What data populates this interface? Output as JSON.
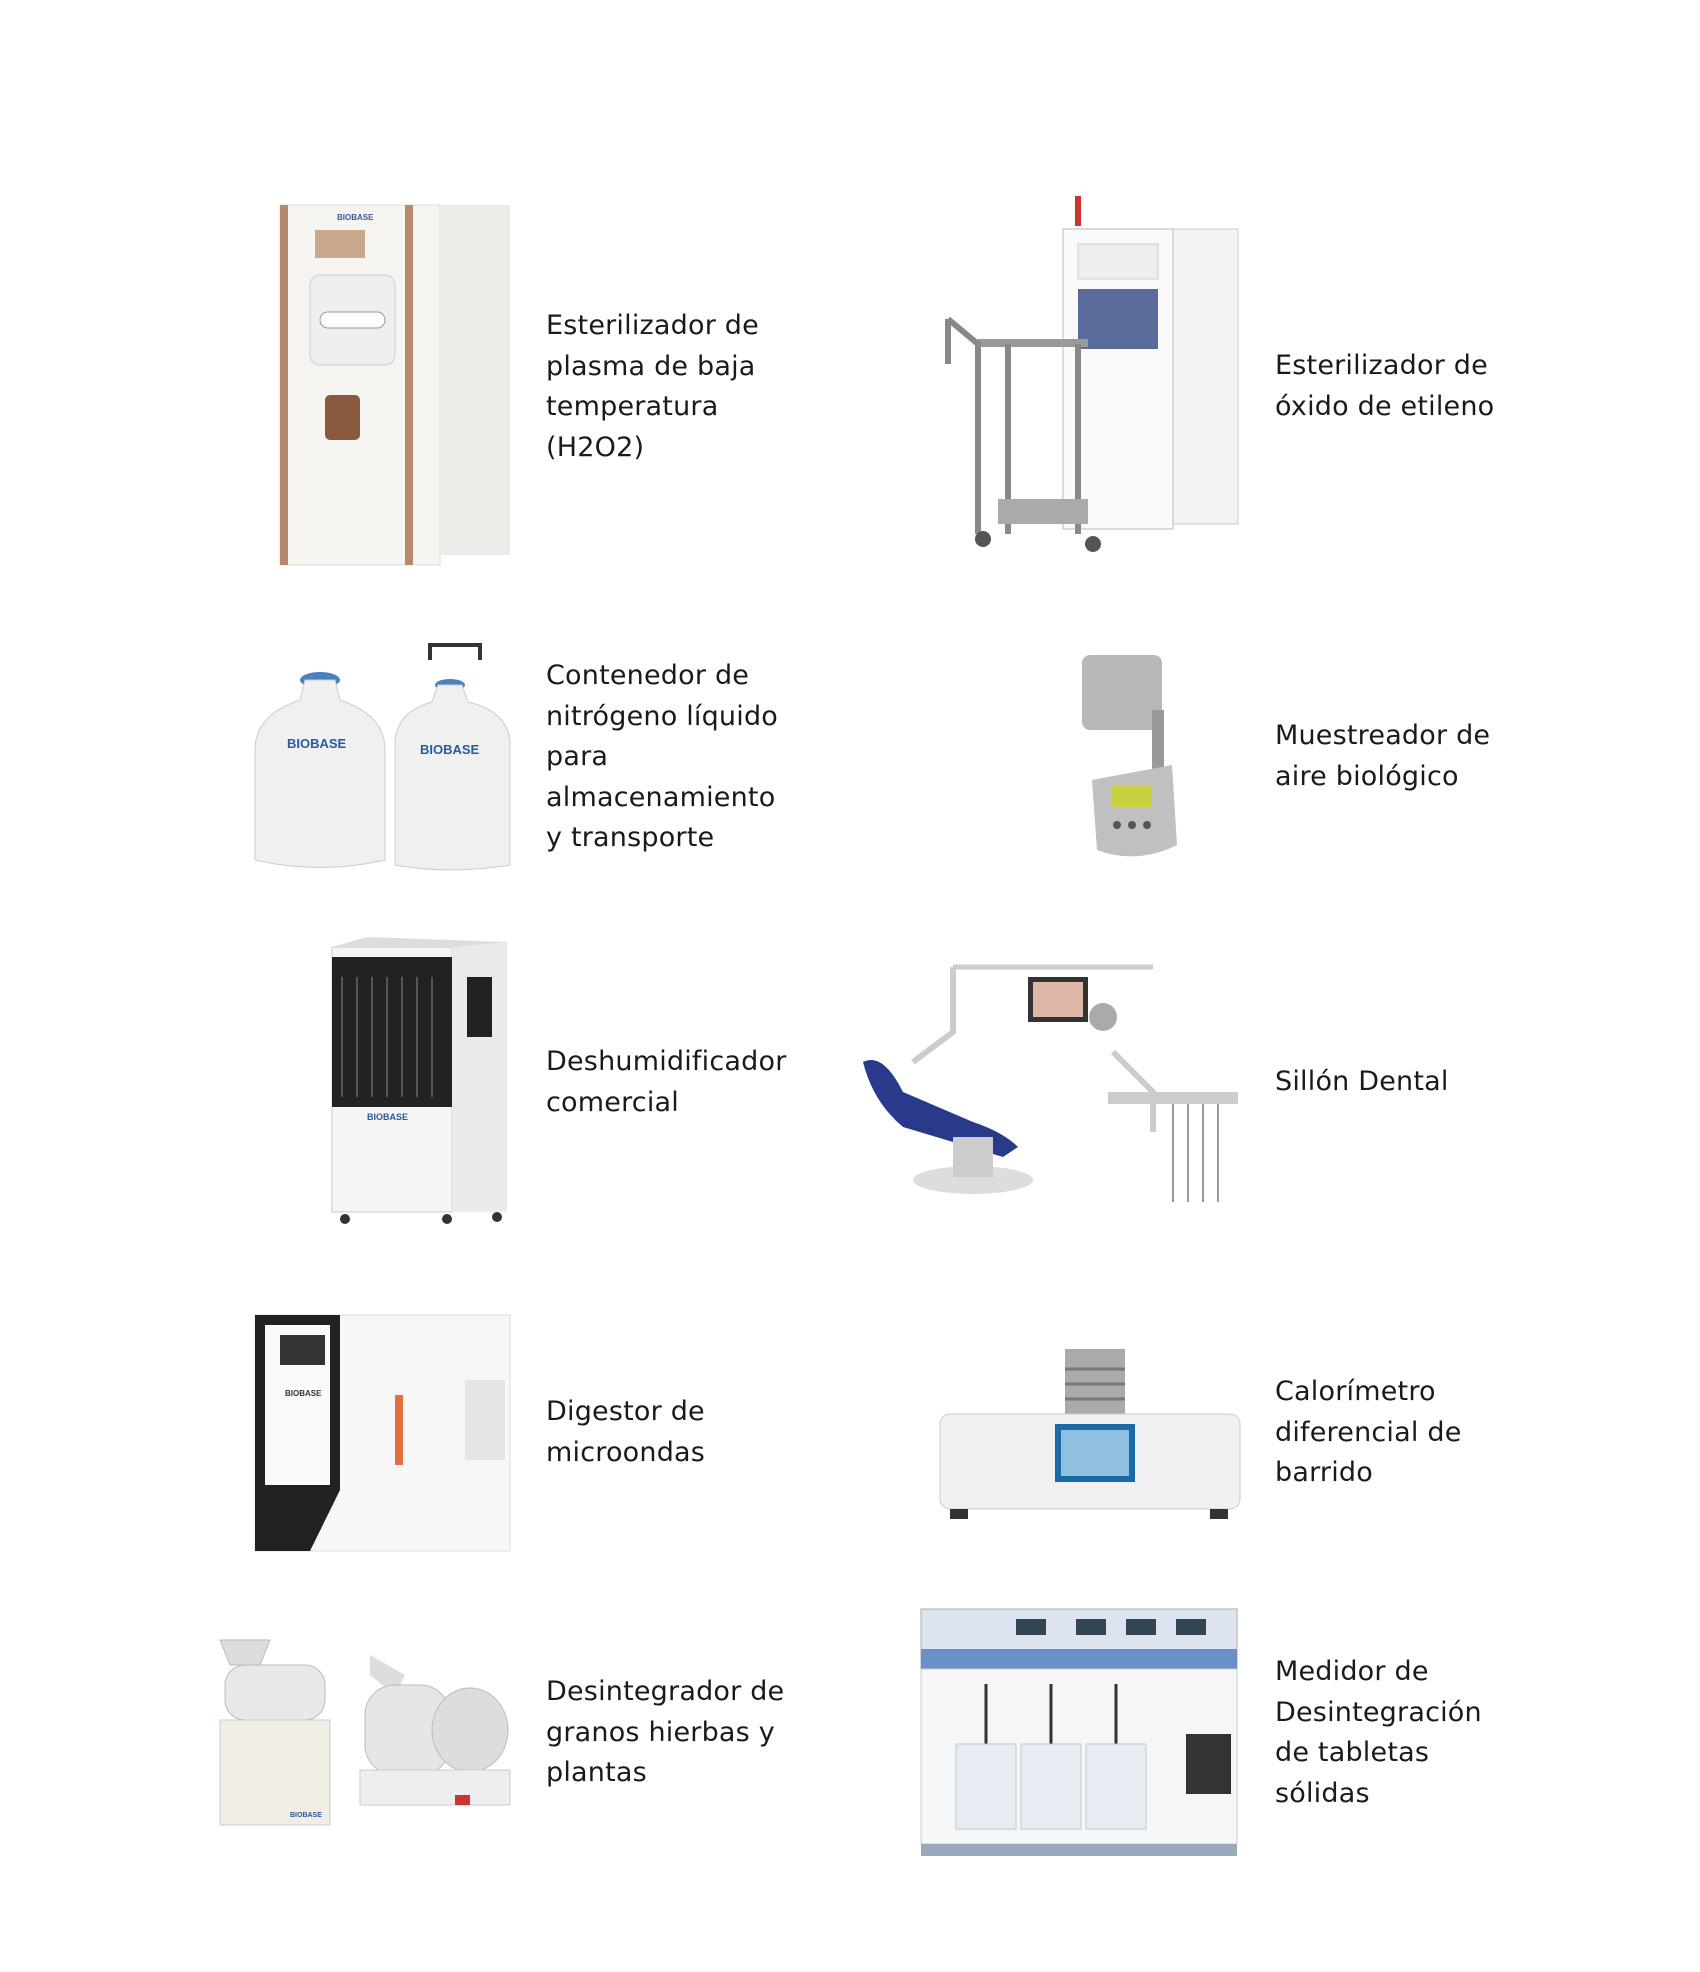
{
  "brand_logo": "BIOBASE",
  "products": [
    {
      "id": "plasma-sterilizer",
      "lines": [
        "Esterilizador de",
        "plasma de baja",
        "temperatura",
        "(H2O2)"
      ]
    },
    {
      "id": "ethylene-oxide-sterilizer",
      "lines": [
        "Esterilizador de",
        "óxido de etileno"
      ]
    },
    {
      "id": "liquid-nitrogen-container",
      "lines": [
        "Contenedor de",
        "nitrógeno líquido",
        "para",
        "almacenamiento",
        "y transporte"
      ]
    },
    {
      "id": "biological-air-sampler",
      "lines": [
        "Muestreador de",
        "aire biológico"
      ]
    },
    {
      "id": "commercial-dehumidifier",
      "lines": [
        "Deshumidificador",
        "comercial"
      ]
    },
    {
      "id": "dental-chair",
      "lines": [
        "Sillón Dental"
      ]
    },
    {
      "id": "microwave-digester",
      "lines": [
        "Digestor de",
        "microondas"
      ]
    },
    {
      "id": "scanning-calorimeter",
      "lines": [
        "Calorímetro",
        "diferencial de",
        "barrido"
      ]
    },
    {
      "id": "grain-disintegrator",
      "lines": [
        "Desintegrador de",
        "granos hierbas y",
        "plantas"
      ]
    },
    {
      "id": "tablet-disintegration-tester",
      "lines": [
        "Medidor de",
        "Desintegración",
        "de tabletas",
        "sólidas"
      ]
    }
  ]
}
